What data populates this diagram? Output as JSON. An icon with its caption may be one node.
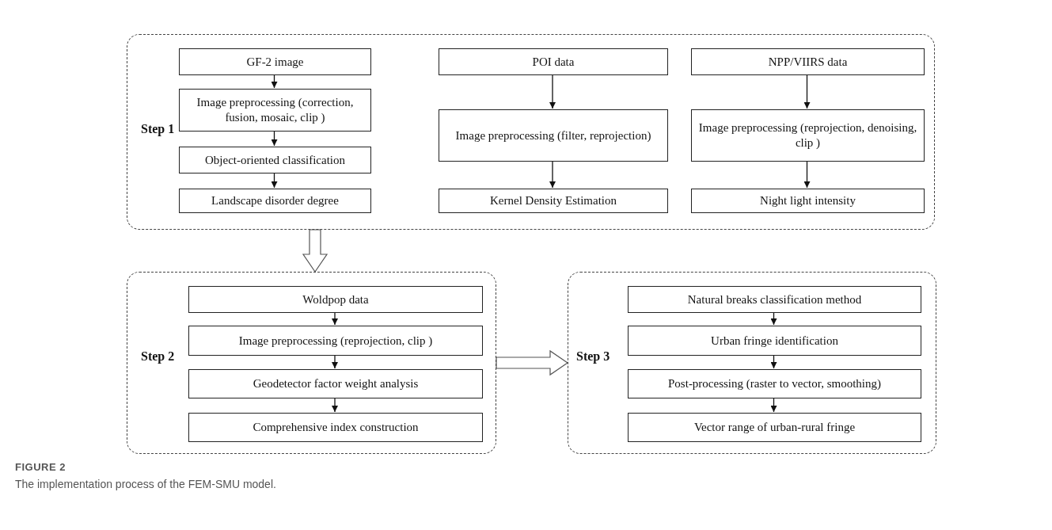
{
  "diagram": {
    "title": "FIGURE 2",
    "caption": "The implementation process of the FEM-SMU model.",
    "nodes": [
      {
        "text": [
          "Step 1"
        ]
      },
      {
        "text": [
          "GF-2 image"
        ],
        "in": 0
      },
      {
        "text": [
          "Image preprocessing (correction, fusion, mosaic, clip )"
        ],
        "in": 0
      },
      {
        "text": [
          "Object-oriented classification"
        ],
        "in": 0
      },
      {
        "text": [
          "Landscape disorder degree"
        ],
        "in": 0
      },
      {
        "text": [
          "POI data"
        ],
        "in": 0
      },
      {
        "text": [
          "Image preprocessing (filter, reprojection)"
        ],
        "in": 0
      },
      {
        "text": [
          "Kernel Density Estimation"
        ],
        "in": 0
      },
      {
        "text": [
          "NPP/VIIRS data"
        ],
        "in": 0
      },
      {
        "text": [
          "Image preprocessing (reprojection, denoising, clip )"
        ],
        "in": 0
      },
      {
        "text": [
          "Night light intensity"
        ],
        "in": 0
      },
      {
        "text": [
          "Step 2"
        ]
      },
      {
        "text": [
          "Woldpop data"
        ],
        "in": 11
      },
      {
        "text": [
          "Image preprocessing (reprojection, clip )"
        ],
        "in": 11
      },
      {
        "text": [
          "Geodetector factor weight analysis"
        ],
        "in": 11
      },
      {
        "text": [
          "Comprehensive index construction"
        ],
        "in": 11
      },
      {
        "text": [
          "Step 3"
        ]
      },
      {
        "text": [
          "Natural breaks classification method"
        ],
        "in": 16
      },
      {
        "text": [
          "Urban fringe identification"
        ],
        "in": 16
      },
      {
        "text": [
          "Post-processing (raster to vector, smoothing)"
        ],
        "in": 16
      },
      {
        "text": [
          "Vector range of urban-rural fringe"
        ],
        "in": 16
      }
    ],
    "edges": [
      {
        "from": 1,
        "to": 2,
        "arrow": "to"
      },
      {
        "from": 2,
        "to": 3,
        "arrow": "to"
      },
      {
        "from": 3,
        "to": 4,
        "arrow": "to"
      },
      {
        "from": 5,
        "to": 6,
        "arrow": "to"
      },
      {
        "from": 6,
        "to": 7,
        "arrow": "to"
      },
      {
        "from": 8,
        "to": 9,
        "arrow": "to"
      },
      {
        "from": 9,
        "to": 10,
        "arrow": "to"
      },
      {
        "from": 12,
        "to": 13,
        "arrow": "to"
      },
      {
        "from": 13,
        "to": 14,
        "arrow": "to"
      },
      {
        "from": 14,
        "to": 15,
        "arrow": "to"
      },
      {
        "from": 17,
        "to": 18,
        "arrow": "to"
      },
      {
        "from": 18,
        "to": 19,
        "arrow": "to"
      },
      {
        "from": 19,
        "to": 20,
        "arrow": "to"
      },
      {
        "from": 0,
        "to": 11,
        "arrow": "to",
        "style": "thick"
      },
      {
        "from": 11,
        "to": 16,
        "arrow": "to",
        "style": "thick"
      }
    ]
  }
}
